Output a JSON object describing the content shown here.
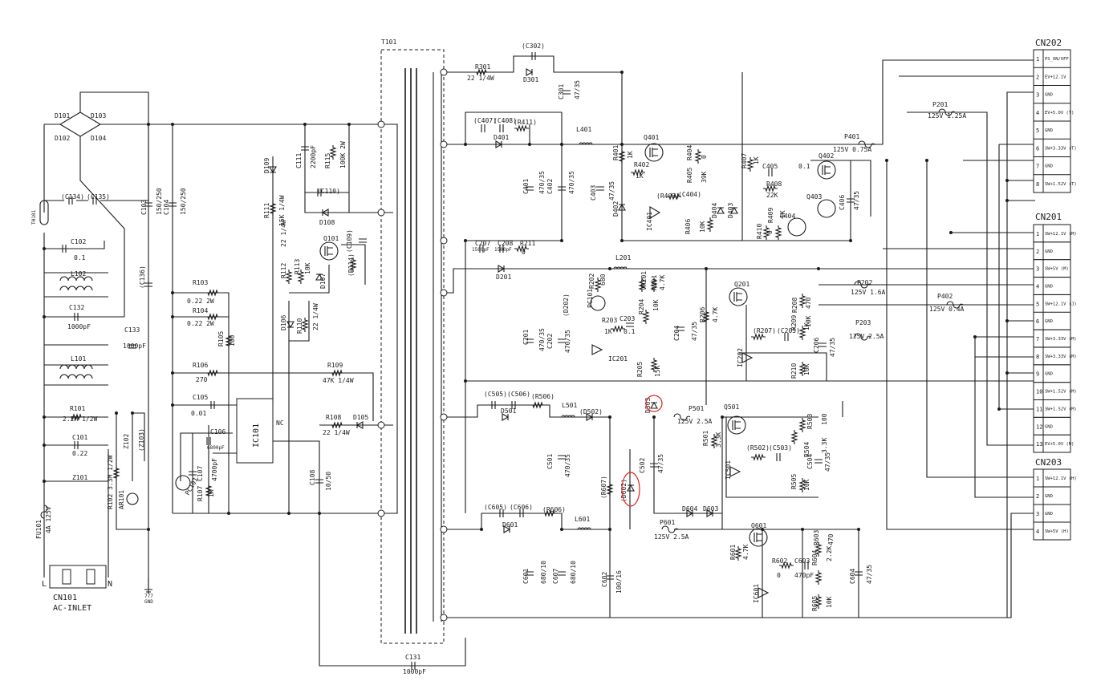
{
  "connectors": {
    "cn202": {
      "title": "CN202",
      "pins": [
        {
          "n": "1",
          "sig": "PS_ON/OFF"
        },
        {
          "n": "2",
          "sig": "EV+12.1V"
        },
        {
          "n": "3",
          "sig": "GND"
        },
        {
          "n": "4",
          "sig": "EV+5.0V (T)"
        },
        {
          "n": "5",
          "sig": "GND"
        },
        {
          "n": "6",
          "sig": "SW+3.33V (T)"
        },
        {
          "n": "7",
          "sig": "GND"
        },
        {
          "n": "8",
          "sig": "SW+1.52V (T)"
        }
      ]
    },
    "cn201": {
      "title": "CN201",
      "pins": [
        {
          "n": "1",
          "sig": "SW+12.1V (M)"
        },
        {
          "n": "2",
          "sig": "GND"
        },
        {
          "n": "3",
          "sig": "SW+5V (M)"
        },
        {
          "n": "4",
          "sig": "GND"
        },
        {
          "n": "5",
          "sig": "SW+12.1V (J)"
        },
        {
          "n": "6",
          "sig": "GND"
        },
        {
          "n": "7",
          "sig": "SW+3.33V (M)"
        },
        {
          "n": "8",
          "sig": "SW+3.33V (M)"
        },
        {
          "n": "9",
          "sig": "GND"
        },
        {
          "n": "10",
          "sig": "SW+1.52V (M)"
        },
        {
          "n": "11",
          "sig": "SW+1.52V (M)"
        },
        {
          "n": "12",
          "sig": "GND"
        },
        {
          "n": "13",
          "sig": "EV+5.0V (M)"
        }
      ]
    },
    "cn203": {
      "title": "CN203",
      "pins": [
        {
          "n": "1",
          "sig": "SW+12.1V (H)"
        },
        {
          "n": "2",
          "sig": "GND"
        },
        {
          "n": "3",
          "sig": "GND"
        },
        {
          "n": "4",
          "sig": "SW+5V (H)"
        }
      ]
    }
  },
  "inlet": {
    "ref": "CN101",
    "name": "AC-INLET",
    "pin_l": "L",
    "pin_n": "N",
    "gnd_ref": "777",
    "gnd": "GND"
  },
  "labels": [
    {
      "id": "T101",
      "text": "T101"
    },
    {
      "id": "D101",
      "text": "D101"
    },
    {
      "id": "D103",
      "text": "D103"
    },
    {
      "id": "D102",
      "text": "D102"
    },
    {
      "id": "D104",
      "text": "D104"
    },
    {
      "id": "TH101",
      "text": "TH101"
    },
    {
      "id": "C134",
      "text": "(C134)"
    },
    {
      "id": "C135",
      "text": "(C135)"
    },
    {
      "id": "C102",
      "text": "C102"
    },
    {
      "id": "C102v",
      "text": "0.1"
    },
    {
      "id": "L102",
      "text": "L102"
    },
    {
      "id": "C132",
      "text": "C132"
    },
    {
      "id": "C132v",
      "text": "1000pF"
    },
    {
      "id": "C133",
      "text": "C133"
    },
    {
      "id": "C133v",
      "text": "1000pF"
    },
    {
      "id": "L101",
      "text": "L101"
    },
    {
      "id": "R101",
      "text": "R101"
    },
    {
      "id": "R101v",
      "text": "2.2M 1/2W"
    },
    {
      "id": "C101",
      "text": "C101"
    },
    {
      "id": "C101v",
      "text": "0.22"
    },
    {
      "id": "Z101",
      "text": "Z101"
    },
    {
      "id": "Z102",
      "text": "Z102"
    },
    {
      "id": "R102",
      "text": "R102 3.3M 1/2W"
    },
    {
      "id": "Z103",
      "text": "(Z103)"
    },
    {
      "id": "AR101",
      "text": "AR101"
    },
    {
      "id": "FU101",
      "text": "FU101"
    },
    {
      "id": "FU101v",
      "text": "4A 125V"
    },
    {
      "id": "C103",
      "text": "C103"
    },
    {
      "id": "C103v",
      "text": "150/250"
    },
    {
      "id": "C104",
      "text": "C104"
    },
    {
      "id": "C104v",
      "text": "150/250"
    },
    {
      "id": "C136",
      "text": "(C136)"
    },
    {
      "id": "C111",
      "text": "C111"
    },
    {
      "id": "C111v",
      "text": "2200pF"
    },
    {
      "id": "R115",
      "text": "R115"
    },
    {
      "id": "R115v",
      "text": "100K 2W"
    },
    {
      "id": "D109",
      "text": "D109"
    },
    {
      "id": "R111",
      "text": "R111"
    },
    {
      "id": "R111v",
      "text": "15K 1/4W"
    },
    {
      "id": "C110",
      "text": "(C110)"
    },
    {
      "id": "D108",
      "text": "D108"
    },
    {
      "id": "Q101",
      "text": "Q101"
    },
    {
      "id": "C109",
      "text": "(C109)"
    },
    {
      "id": "R114",
      "text": "(R114)"
    },
    {
      "id": "R112",
      "text": "R112"
    },
    {
      "id": "R112v",
      "text": "22 1/4W"
    },
    {
      "id": "R113",
      "text": "R113"
    },
    {
      "id": "R113v",
      "text": "10K"
    },
    {
      "id": "D107",
      "text": "D107"
    },
    {
      "id": "D106",
      "text": "D106"
    },
    {
      "id": "R110",
      "text": "R110"
    },
    {
      "id": "R110v",
      "text": "22 1/4W"
    },
    {
      "id": "R103",
      "text": "R103"
    },
    {
      "id": "R103v",
      "text": "0.22 2W"
    },
    {
      "id": "R104",
      "text": "R104"
    },
    {
      "id": "R104v",
      "text": "0.22 2W"
    },
    {
      "id": "R105",
      "text": "R105"
    },
    {
      "id": "R105v",
      "text": "100"
    },
    {
      "id": "R106",
      "text": "R106"
    },
    {
      "id": "R106v",
      "text": "270"
    },
    {
      "id": "R109",
      "text": "R109"
    },
    {
      "id": "R109v",
      "text": "47K 1/4W"
    },
    {
      "id": "C105",
      "text": "C105"
    },
    {
      "id": "C105v",
      "text": "0.01"
    },
    {
      "id": "IC101",
      "text": "IC101"
    },
    {
      "id": "NC",
      "text": "NC"
    },
    {
      "id": "C106",
      "text": "C106"
    },
    {
      "id": "C106v",
      "text": "6800pF"
    },
    {
      "id": "C107",
      "text": "C107"
    },
    {
      "id": "C107v",
      "text": "4700pF"
    },
    {
      "id": "PC101",
      "text": "PC101"
    },
    {
      "id": "R107",
      "text": "R107"
    },
    {
      "id": "R107v",
      "text": "1K"
    },
    {
      "id": "R108",
      "text": "R108"
    },
    {
      "id": "R108v",
      "text": "22 1/4W"
    },
    {
      "id": "D105",
      "text": "D105"
    },
    {
      "id": "C108",
      "text": "C108"
    },
    {
      "id": "C108v",
      "text": "10/50"
    },
    {
      "id": "C131",
      "text": "C131"
    },
    {
      "id": "C131v",
      "text": "1000pF"
    },
    {
      "id": "C302",
      "text": "(C302)"
    },
    {
      "id": "R301",
      "text": "R301"
    },
    {
      "id": "R301v",
      "text": "22 1/4W"
    },
    {
      "id": "D301",
      "text": "D301"
    },
    {
      "id": "C301",
      "text": "C301"
    },
    {
      "id": "C301v",
      "text": "47/35"
    },
    {
      "id": "C407",
      "text": "(C407)"
    },
    {
      "id": "C408",
      "text": "(C408)"
    },
    {
      "id": "R411",
      "text": "(R411)"
    },
    {
      "id": "D401",
      "text": "D401"
    },
    {
      "id": "L401",
      "text": "L401"
    },
    {
      "id": "C401",
      "text": "C401"
    },
    {
      "id": "C401v",
      "text": "470/35"
    },
    {
      "id": "C402",
      "text": "C402"
    },
    {
      "id": "C402v",
      "text": "470/35"
    },
    {
      "id": "C403",
      "text": "C403"
    },
    {
      "id": "C403v",
      "text": "47/35"
    },
    {
      "id": "D402",
      "text": "D402"
    },
    {
      "id": "R401",
      "text": "R401"
    },
    {
      "id": "R401v",
      "text": "1K"
    },
    {
      "id": "Q401",
      "text": "Q401"
    },
    {
      "id": "R402",
      "text": "R402"
    },
    {
      "id": "R402v",
      "text": "1K"
    },
    {
      "id": "R404",
      "text": "R404"
    },
    {
      "id": "R404v",
      "text": "0"
    },
    {
      "id": "R405",
      "text": "R405"
    },
    {
      "id": "R405v",
      "text": "39K"
    },
    {
      "id": "R403",
      "text": "(R403)"
    },
    {
      "id": "C404",
      "text": "(C404)"
    },
    {
      "id": "IC401",
      "text": "IC401"
    },
    {
      "id": "R406",
      "text": "R406"
    },
    {
      "id": "R406v",
      "text": "10K"
    },
    {
      "id": "D404",
      "text": "D404"
    },
    {
      "id": "D403",
      "text": "D403"
    },
    {
      "id": "R407",
      "text": "R407"
    },
    {
      "id": "R407v",
      "text": "1K"
    },
    {
      "id": "C405",
      "text": "C405"
    },
    {
      "id": "C405v",
      "text": "0.1"
    },
    {
      "id": "R408",
      "text": "R408"
    },
    {
      "id": "R408v",
      "text": "22K"
    },
    {
      "id": "Q402",
      "text": "Q402"
    },
    {
      "id": "Q403",
      "text": "Q403"
    },
    {
      "id": "Q404",
      "text": "Q404"
    },
    {
      "id": "C406",
      "text": "C406"
    },
    {
      "id": "C406v",
      "text": "47/35"
    },
    {
      "id": "R409",
      "text": "R409"
    },
    {
      "id": "R409v",
      "text": "1K"
    },
    {
      "id": "R410",
      "text": "R410"
    },
    {
      "id": "R410v",
      "text": "0"
    },
    {
      "id": "P401",
      "text": "P401"
    },
    {
      "id": "P401v",
      "text": "125V 0.75A"
    },
    {
      "id": "P201",
      "text": "P201"
    },
    {
      "id": "P201v",
      "text": "125V 1.25A"
    },
    {
      "id": "C207",
      "text": "C207"
    },
    {
      "id": "C207v",
      "text": "1500pF"
    },
    {
      "id": "C208",
      "text": "C208"
    },
    {
      "id": "C208v",
      "text": "1500pF"
    },
    {
      "id": "R211",
      "text": "R211"
    },
    {
      "id": "R211v",
      "text": "0"
    },
    {
      "id": "D201",
      "text": "D201"
    },
    {
      "id": "L201",
      "text": "L201"
    },
    {
      "id": "D202",
      "text": "(D202)"
    },
    {
      "id": "R202",
      "text": "R202"
    },
    {
      "id": "R202v",
      "text": "680"
    },
    {
      "id": "PC101b",
      "text": "PC101"
    },
    {
      "id": "R203",
      "text": "R203"
    },
    {
      "id": "R203v",
      "text": "1K"
    },
    {
      "id": "C203",
      "text": "C203"
    },
    {
      "id": "C203v",
      "text": "0.1"
    },
    {
      "id": "IC201",
      "text": "IC201"
    },
    {
      "id": "R201",
      "text": "R201"
    },
    {
      "id": "R201v",
      "text": "4.7K"
    },
    {
      "id": "VR201",
      "text": "VR201"
    },
    {
      "id": "R204",
      "text": "R204"
    },
    {
      "id": "R204v",
      "text": "10K"
    },
    {
      "id": "R205",
      "text": "R205"
    },
    {
      "id": "R205v",
      "text": "15K"
    },
    {
      "id": "C201",
      "text": "C201"
    },
    {
      "id": "C201v",
      "text": "470/35"
    },
    {
      "id": "C202",
      "text": "C202"
    },
    {
      "id": "C202v",
      "text": "470/35"
    },
    {
      "id": "C204",
      "text": "C204"
    },
    {
      "id": "C204v",
      "text": "47/35"
    },
    {
      "id": "R206",
      "text": "R206"
    },
    {
      "id": "R206v",
      "text": "4.7K"
    },
    {
      "id": "Q201",
      "text": "Q201"
    },
    {
      "id": "R207",
      "text": "(R207)"
    },
    {
      "id": "C205",
      "text": "(C205)"
    },
    {
      "id": "R209",
      "text": "R209"
    },
    {
      "id": "R209v",
      "text": "1K"
    },
    {
      "id": "R208",
      "text": "R208"
    },
    {
      "id": "R208v",
      "text": "470"
    },
    {
      "id": "R208b",
      "text": "10K"
    },
    {
      "id": "IC202",
      "text": "IC202"
    },
    {
      "id": "R210",
      "text": "R210"
    },
    {
      "id": "R210v",
      "text": "10K"
    },
    {
      "id": "C206",
      "text": "C206"
    },
    {
      "id": "C206v",
      "text": "47/35"
    },
    {
      "id": "P202",
      "text": "P202"
    },
    {
      "id": "P202v",
      "text": "125V 1.6A"
    },
    {
      "id": "P203",
      "text": "P203"
    },
    {
      "id": "P203v",
      "text": "125V 2.5A"
    },
    {
      "id": "P402",
      "text": "P402"
    },
    {
      "id": "P402v",
      "text": "125V 0.4A"
    },
    {
      "id": "C505",
      "text": "(C505)"
    },
    {
      "id": "C506",
      "text": "(C506)"
    },
    {
      "id": "R506",
      "text": "(R506)"
    },
    {
      "id": "D501",
      "text": "D501"
    },
    {
      "id": "L501",
      "text": "L501"
    },
    {
      "id": "D502",
      "text": "(D502)"
    },
    {
      "id": "D503",
      "text": "D503"
    },
    {
      "id": "C501",
      "text": "C501"
    },
    {
      "id": "C501v",
      "text": "470/35"
    },
    {
      "id": "P501",
      "text": "P501"
    },
    {
      "id": "P501v",
      "text": "125V 2.5A"
    },
    {
      "id": "Q501",
      "text": "Q501"
    },
    {
      "id": "R501",
      "text": "R501"
    },
    {
      "id": "R501v",
      "text": "3.3K"
    },
    {
      "id": "R503",
      "text": "R503"
    },
    {
      "id": "R503v",
      "text": "100"
    },
    {
      "id": "R504",
      "text": "R504"
    },
    {
      "id": "R504v",
      "text": "3.3K"
    },
    {
      "id": "R502",
      "text": "(R502)"
    },
    {
      "id": "C503",
      "text": "(C503)"
    },
    {
      "id": "C504",
      "text": "C504"
    },
    {
      "id": "C504v",
      "text": "47/35"
    },
    {
      "id": "IC501",
      "text": "IC501"
    },
    {
      "id": "R505",
      "text": "R505"
    },
    {
      "id": "R505v",
      "text": "10K"
    },
    {
      "id": "C502",
      "text": "C502"
    },
    {
      "id": "C502v",
      "text": "47/35"
    },
    {
      "id": "R607",
      "text": "(R607)"
    },
    {
      "id": "D602",
      "text": "(D602)"
    },
    {
      "id": "D604",
      "text": "D604"
    },
    {
      "id": "D603",
      "text": "D603"
    },
    {
      "id": "C605",
      "text": "(C605)"
    },
    {
      "id": "C606",
      "text": "(C606)"
    },
    {
      "id": "R606",
      "text": "(R606)"
    },
    {
      "id": "D601",
      "text": "D601"
    },
    {
      "id": "L601",
      "text": "L601"
    },
    {
      "id": "C601",
      "text": "C601"
    },
    {
      "id": "C601v",
      "text": "680/10"
    },
    {
      "id": "C607",
      "text": "C607"
    },
    {
      "id": "C607v",
      "text": "680/10"
    },
    {
      "id": "C602",
      "text": "C602"
    },
    {
      "id": "C602v",
      "text": "100/16"
    },
    {
      "id": "P601",
      "text": "P601"
    },
    {
      "id": "P601v",
      "text": "125V 2.5A"
    },
    {
      "id": "Q601",
      "text": "Q601"
    },
    {
      "id": "R601",
      "text": "R601"
    },
    {
      "id": "R601v",
      "text": "4.7K"
    },
    {
      "id": "R602",
      "text": "R602"
    },
    {
      "id": "R602v",
      "text": "0"
    },
    {
      "id": "C603",
      "text": "C603"
    },
    {
      "id": "C603v",
      "text": "470pF"
    },
    {
      "id": "R603",
      "text": "R603"
    },
    {
      "id": "R603v",
      "text": "470"
    },
    {
      "id": "R604",
      "text": "R604"
    },
    {
      "id": "R604v",
      "text": "2.2K"
    },
    {
      "id": "C604",
      "text": "C604"
    },
    {
      "id": "C604v",
      "text": "47/35"
    },
    {
      "id": "IC601",
      "text": "IC601"
    },
    {
      "id": "R605",
      "text": "R605"
    },
    {
      "id": "R605v",
      "text": "10K"
    }
  ]
}
